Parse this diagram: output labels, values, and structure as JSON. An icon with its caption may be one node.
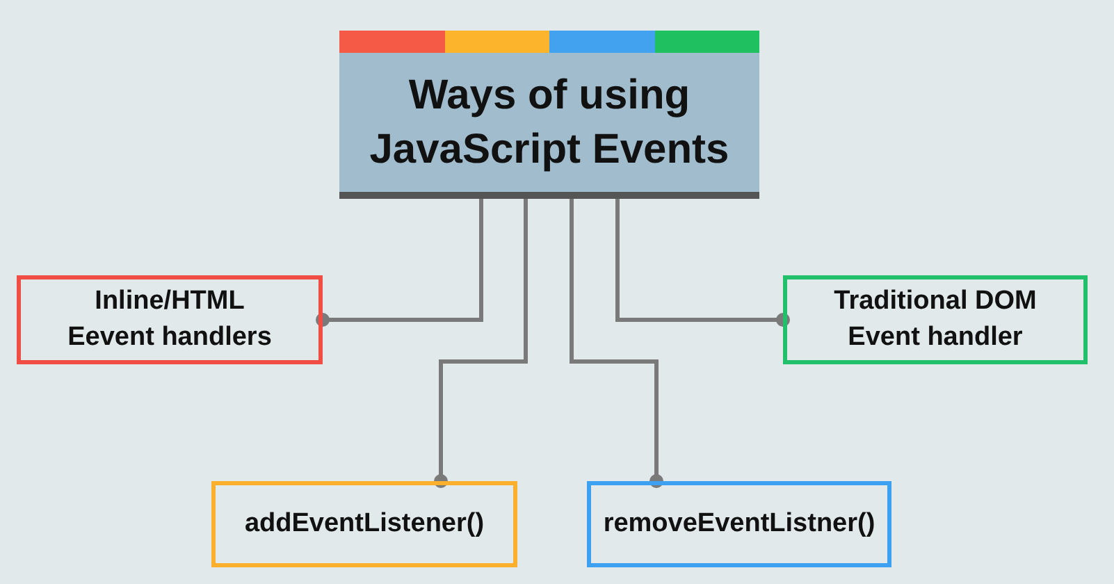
{
  "diagram": {
    "nodes": [
      {
        "text": [
          "Ways of using JavaScript Events"
        ]
      },
      {
        "text": [
          "Inline/HTML Eevent handlers"
        ]
      },
      {
        "text": [
          "Traditional DOM Event handler"
        ]
      },
      {
        "text": [
          "addEventListener()"
        ]
      },
      {
        "text": [
          "removeEventListner()"
        ]
      }
    ],
    "edges": [
      {
        "from": 0,
        "to": 1,
        "arrow": "other"
      },
      {
        "from": 0,
        "to": 3,
        "arrow": "other"
      },
      {
        "from": 0,
        "to": 4,
        "arrow": "other"
      },
      {
        "from": 0,
        "to": 2,
        "arrow": "other"
      }
    ]
  }
}
